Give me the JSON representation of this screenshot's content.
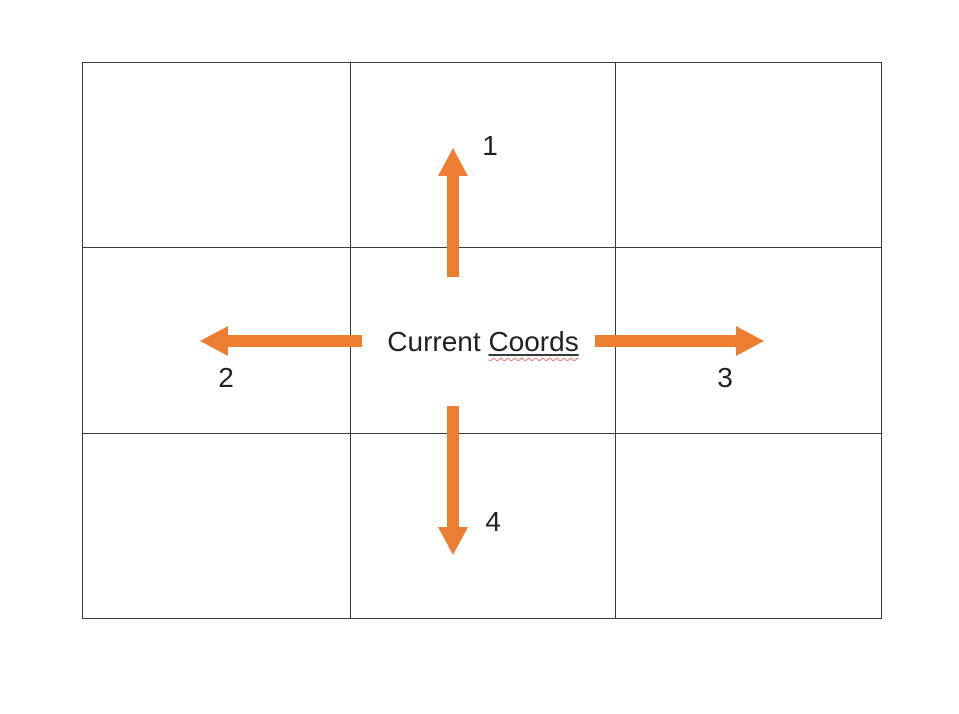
{
  "grid": {
    "rows": 3,
    "cols": 3
  },
  "center_label": {
    "text": "Current Coords",
    "text_plain": "Current",
    "text_misspelled": "Coords"
  },
  "arrows": [
    {
      "direction": "up",
      "label": "1"
    },
    {
      "direction": "left",
      "label": "2"
    },
    {
      "direction": "right",
      "label": "3"
    },
    {
      "direction": "down",
      "label": "4"
    }
  ],
  "colors": {
    "arrow": "#ED7D31",
    "text": "#222222",
    "grid_line": "#3b3b3b",
    "spellcheck_underline": "#f07070",
    "background": "#ffffff"
  }
}
